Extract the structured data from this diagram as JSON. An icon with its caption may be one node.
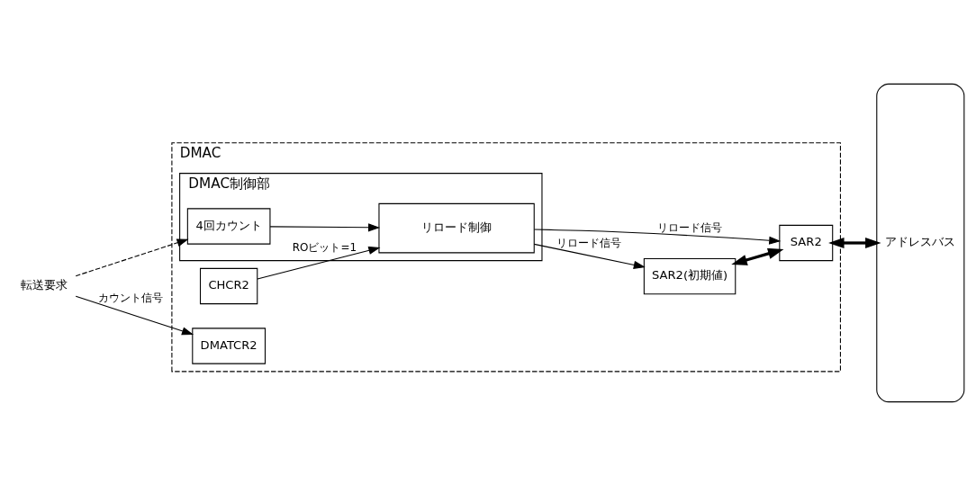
{
  "diagram": {
    "nodes": [
      {
        "text": [
          "DMAC"
        ]
      },
      {
        "text": [
          "DMAC制御部"
        ],
        "in": 0
      },
      {
        "text": [
          "リロード制御"
        ],
        "in": 1
      },
      {
        "text": [
          "4回カウント"
        ],
        "in": 1
      },
      {
        "text": [
          "CHCR2"
        ],
        "in": 0
      },
      {
        "text": [
          "DMATCR2"
        ],
        "in": 0
      },
      {
        "text": [
          "SAR2(初期値)"
        ],
        "in": 0
      },
      {
        "text": [
          "SAR2"
        ],
        "in": 0
      },
      {
        "text": [
          "アドレスバス"
        ]
      },
      {
        "text": [
          "転送要求"
        ]
      }
    ],
    "edges": [
      {
        "from": 9,
        "to": 5,
        "arrow": "to",
        "label": "カウント信号"
      },
      {
        "from": 9,
        "to": 3,
        "arrow": "to",
        "style": "dashed"
      },
      {
        "from": 4,
        "to": 2,
        "arrow": "to",
        "label": "ROビット=1"
      },
      {
        "from": 3,
        "to": 2,
        "arrow": "to"
      },
      {
        "from": 2,
        "to": 6,
        "arrow": "to",
        "label": "リロード信号"
      },
      {
        "from": 2,
        "to": 7,
        "arrow": "to",
        "label": "リロード信号"
      },
      {
        "from": 6,
        "to": 7,
        "arrow": "both",
        "style": "thick"
      },
      {
        "from": 7,
        "to": 8,
        "arrow": "both",
        "style": "thick"
      }
    ]
  }
}
